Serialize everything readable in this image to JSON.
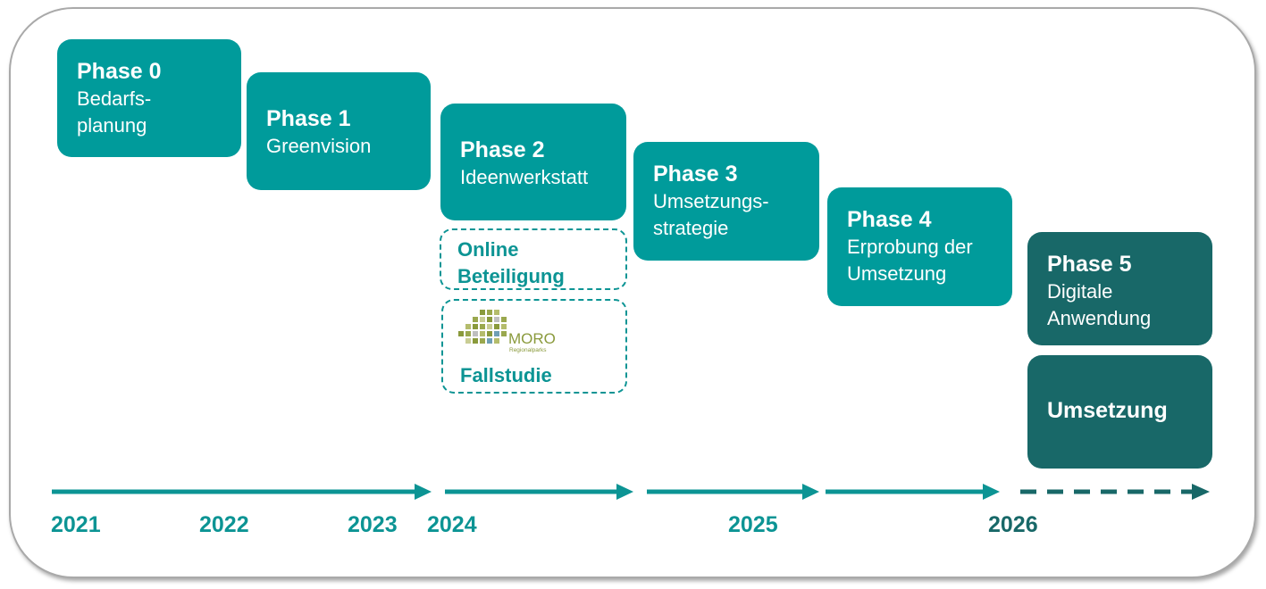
{
  "phases": [
    {
      "title": "Phase 0",
      "desc_lines": [
        "Bedarfs-",
        "planung"
      ]
    },
    {
      "title": "Phase 1",
      "desc_lines": [
        "Greenvision"
      ]
    },
    {
      "title": "Phase 2",
      "desc_lines": [
        "Ideenwerkstatt"
      ]
    },
    {
      "title": "Phase 3",
      "desc_lines": [
        "Umsetzungs-",
        "strategie"
      ]
    },
    {
      "title": "Phase 4",
      "desc_lines": [
        "Erprobung der",
        "Umsetzung"
      ]
    },
    {
      "title": "Phase 5",
      "desc_lines": [
        "Digitale",
        "Anwendung"
      ]
    }
  ],
  "side_boxes": {
    "online": [
      "Online",
      "Beteiligung"
    ],
    "case_study": {
      "logo_text": "MORO",
      "logo_subtext": "Regionalparks",
      "label": "Fallstudie"
    },
    "implementation": "Umsetzung"
  },
  "years": [
    "2021",
    "2022",
    "2023",
    "2024",
    "2025",
    "2026"
  ],
  "colors": {
    "teal": "#009b9b",
    "dark_teal": "#186868",
    "line_teal": "#0c9494",
    "frame_border": "#a9a9a9",
    "logo_green": "#8a9a3c"
  }
}
